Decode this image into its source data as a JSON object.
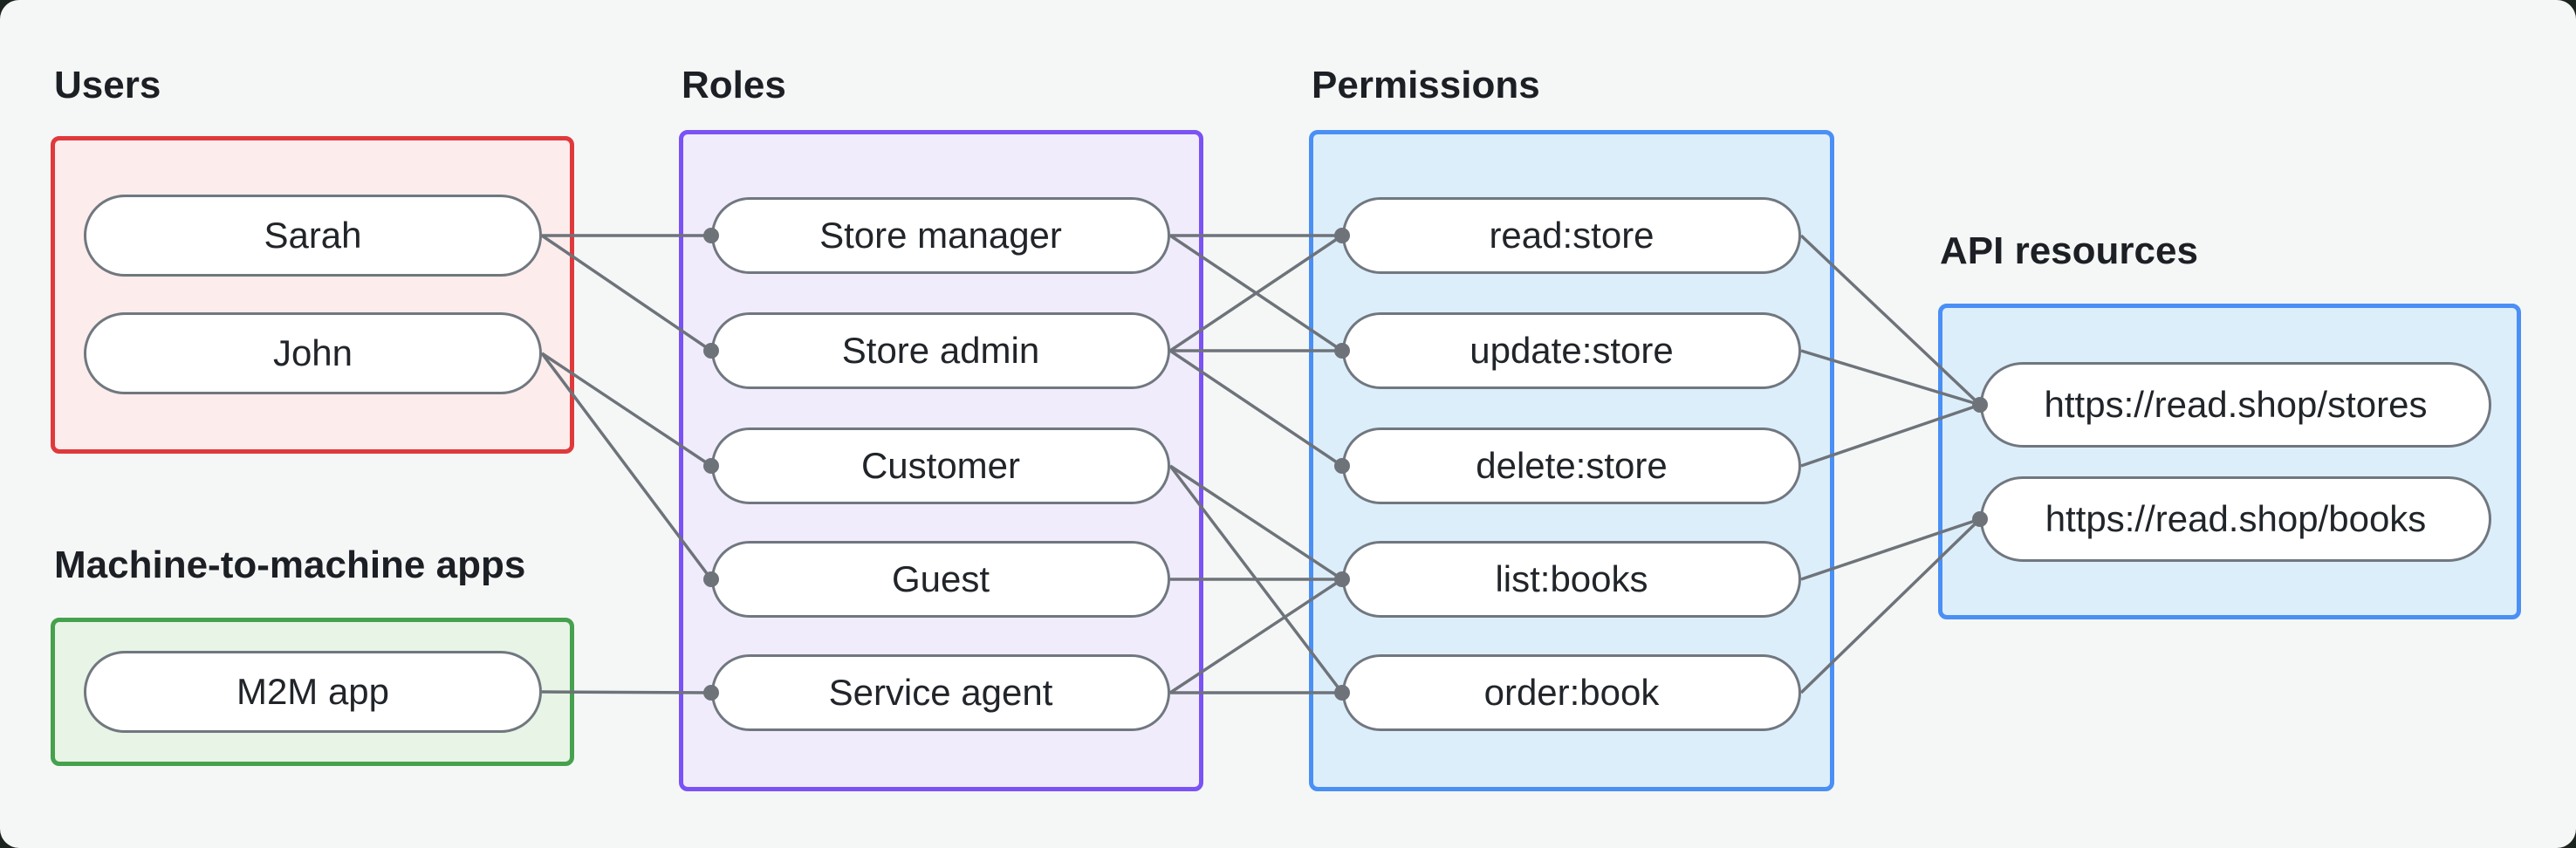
{
  "diagram_title": "RBAC authorization model diagram",
  "style": {
    "canvas_background": "#f5f7f6",
    "outer_background": "#1b241f",
    "connector_line": "#6e737a",
    "connector_dot": "#6e737a",
    "pill_border": "#70777f",
    "pill_fill": "#ffffff",
    "text_color": "#212529"
  },
  "groups": {
    "users": {
      "label": "Users",
      "accent": "#e0393c",
      "fill": "#fceceb",
      "items": [
        {
          "id": "sarah",
          "label": "Sarah"
        },
        {
          "id": "john",
          "label": "John"
        }
      ]
    },
    "m2m": {
      "label": "Machine-to-machine apps",
      "accent": "#46a14e",
      "fill": "#e7f4e6",
      "items": [
        {
          "id": "m2m-app",
          "label": "M2M app"
        }
      ]
    },
    "roles": {
      "label": "Roles",
      "accent": "#7a52f5",
      "fill": "#f1ecfc",
      "items": [
        {
          "id": "store-manager",
          "label": "Store manager"
        },
        {
          "id": "store-admin",
          "label": "Store admin"
        },
        {
          "id": "customer",
          "label": "Customer"
        },
        {
          "id": "guest",
          "label": "Guest"
        },
        {
          "id": "service-agent",
          "label": "Service agent"
        }
      ]
    },
    "permissions": {
      "label": "Permissions",
      "accent": "#4a8ff5",
      "fill": "#ddeefb",
      "items": [
        {
          "id": "read-store",
          "label": "read:store"
        },
        {
          "id": "update-store",
          "label": "update:store"
        },
        {
          "id": "delete-store",
          "label": "delete:store"
        },
        {
          "id": "list-books",
          "label": "list:books"
        },
        {
          "id": "order-book",
          "label": "order:book"
        }
      ]
    },
    "api": {
      "label": "API resources",
      "accent": "#4a8ff5",
      "fill": "#ddeefb",
      "items": [
        {
          "id": "stores-api",
          "label": "https://read.shop/stores"
        },
        {
          "id": "books-api",
          "label": "https://read.shop/books"
        }
      ]
    }
  },
  "edges": [
    [
      "sarah",
      "store-manager"
    ],
    [
      "sarah",
      "store-admin"
    ],
    [
      "john",
      "customer"
    ],
    [
      "john",
      "guest"
    ],
    [
      "m2m-app",
      "service-agent"
    ],
    [
      "store-manager",
      "read-store"
    ],
    [
      "store-manager",
      "update-store"
    ],
    [
      "store-admin",
      "read-store"
    ],
    [
      "store-admin",
      "update-store"
    ],
    [
      "store-admin",
      "delete-store"
    ],
    [
      "customer",
      "list-books"
    ],
    [
      "customer",
      "order-book"
    ],
    [
      "guest",
      "list-books"
    ],
    [
      "service-agent",
      "list-books"
    ],
    [
      "service-agent",
      "order-book"
    ],
    [
      "read-store",
      "stores-api"
    ],
    [
      "update-store",
      "stores-api"
    ],
    [
      "delete-store",
      "stores-api"
    ],
    [
      "list-books",
      "books-api"
    ],
    [
      "order-book",
      "books-api"
    ]
  ]
}
